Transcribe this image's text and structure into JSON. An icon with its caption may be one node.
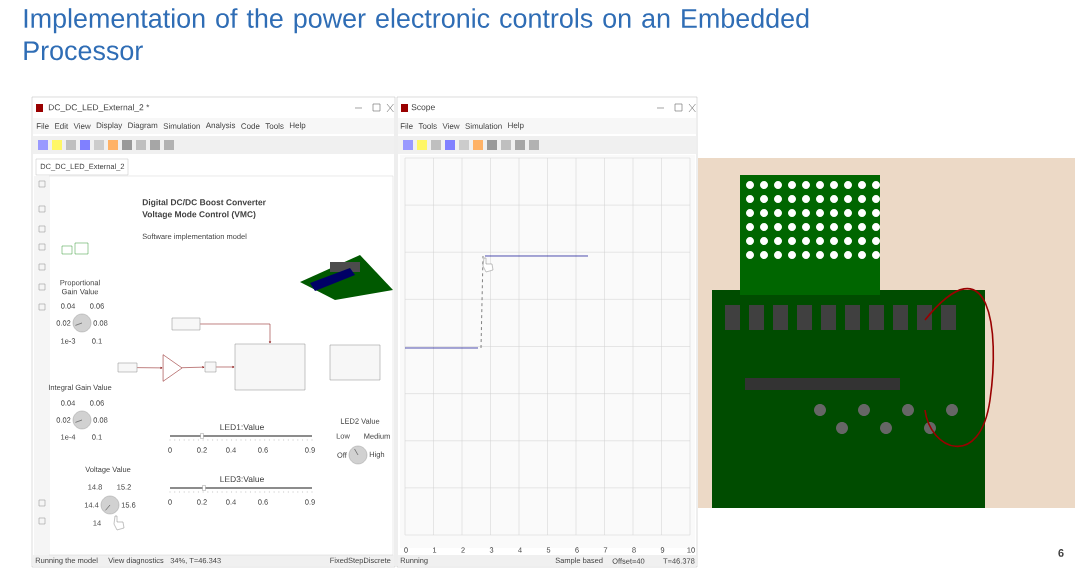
{
  "diagram": {
    "title": "Implementation of the power electronic controls on an Embedded Processor",
    "nodes": [
      {
        "text": [],
        "shape": "box"
      },
      {
        "text": [],
        "shape": "triangle"
      },
      {
        "text": [],
        "shape": "box"
      },
      {
        "text": [],
        "shape": "box"
      },
      {
        "text": [],
        "shape": "box"
      },
      {
        "text": [],
        "shape": "box"
      }
    ],
    "edges": [
      {
        "from": 0,
        "to": 1,
        "arrow": "to"
      },
      {
        "from": 1,
        "to": 2,
        "arrow": "to"
      },
      {
        "from": 2,
        "to": 3,
        "arrow": "to"
      },
      {
        "from": 4,
        "to": 3,
        "arrow": "to"
      }
    ],
    "labels": [
      "DC_DC_LED_External_2 *",
      "File",
      "Edit",
      "View",
      "Display",
      "Diagram",
      "Simulation",
      "Analysis",
      "Code",
      "Tools",
      "Help",
      "DC_DC_LED_External_2",
      "Digital DC/DC  Boost Converter",
      "Voltage Mode Control (VMC)",
      "Software implementation model",
      "Proportional Gain Value",
      "0.04",
      "0.06",
      "0.02",
      "0.08",
      "1e-3",
      "0.1",
      "Integral Gain Value",
      "0.04",
      "0.06",
      "0.02",
      "0.08",
      "1e-4",
      "0.1",
      "Voltage Value",
      "14.8",
      "15.2",
      "14.4",
      "15.6",
      "14",
      "LED1:Value",
      "0",
      "0.2",
      "0.4",
      "0.6",
      "0.9",
      "LED3:Value",
      "0",
      "0.2",
      "0.4",
      "0.6",
      "0.9",
      "LED2 Value",
      "Low",
      "Medium",
      "Off",
      "High",
      "Running the model",
      "View diagnostics",
      "34%, T=46.343",
      "FixedStepDiscrete",
      "Scope",
      "File",
      "Tools",
      "View",
      "Simulation",
      "Help",
      "0",
      "1",
      "2",
      "3",
      "4",
      "5",
      "6",
      "7",
      "8",
      "9",
      "10",
      "Running",
      "Sample based",
      "Offset=40",
      "T=46.378",
      "6"
    ]
  }
}
